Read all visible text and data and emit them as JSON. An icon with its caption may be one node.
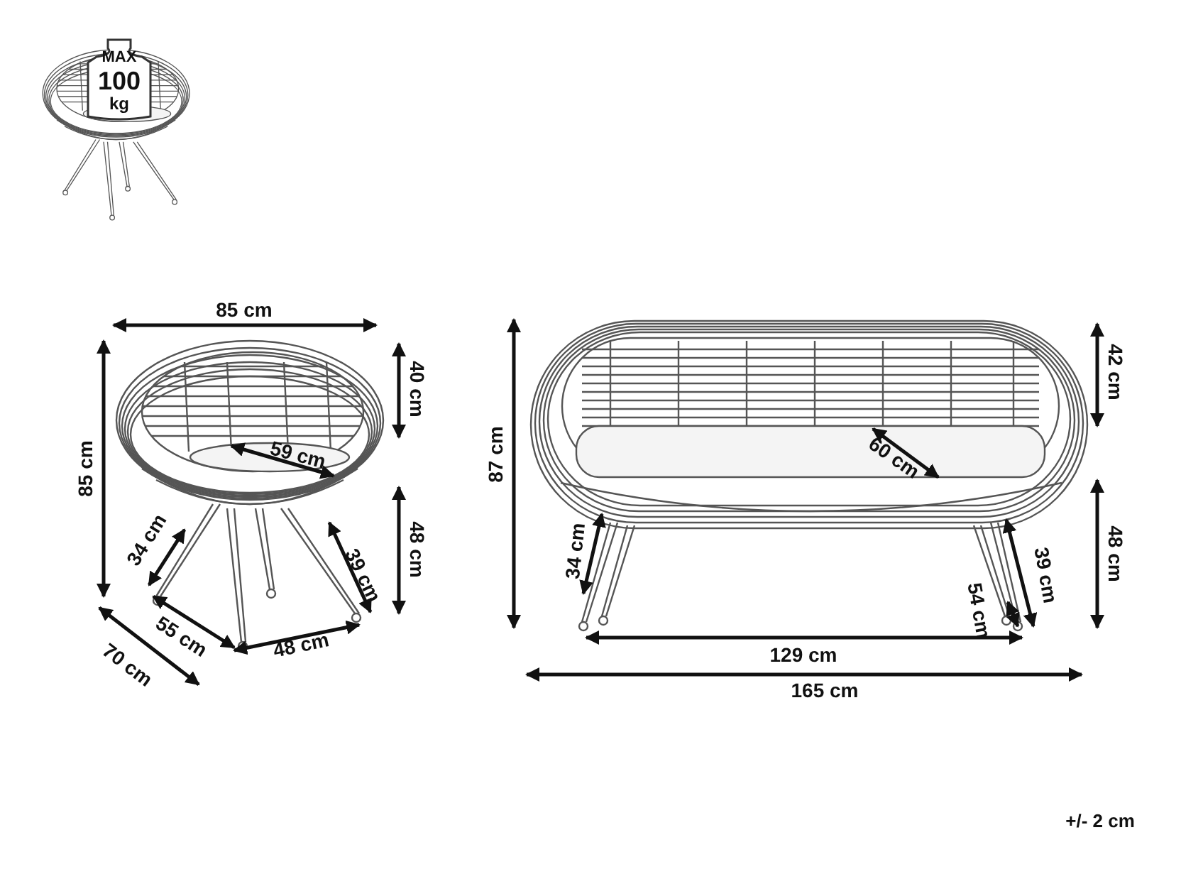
{
  "diagram": {
    "labels": [
      "MAX",
      "100",
      "kg",
      "85 cm",
      "40 cm",
      "85 cm",
      "59 cm",
      "87 cm",
      "42 cm",
      "60 cm",
      "48 cm",
      "34 cm",
      "39 cm",
      "48 cm",
      "34 cm",
      "39 cm",
      "54 cm",
      "70 cm",
      "55 cm",
      "48 cm",
      "129 cm",
      "165 cm",
      "+/- 2 cm"
    ]
  }
}
